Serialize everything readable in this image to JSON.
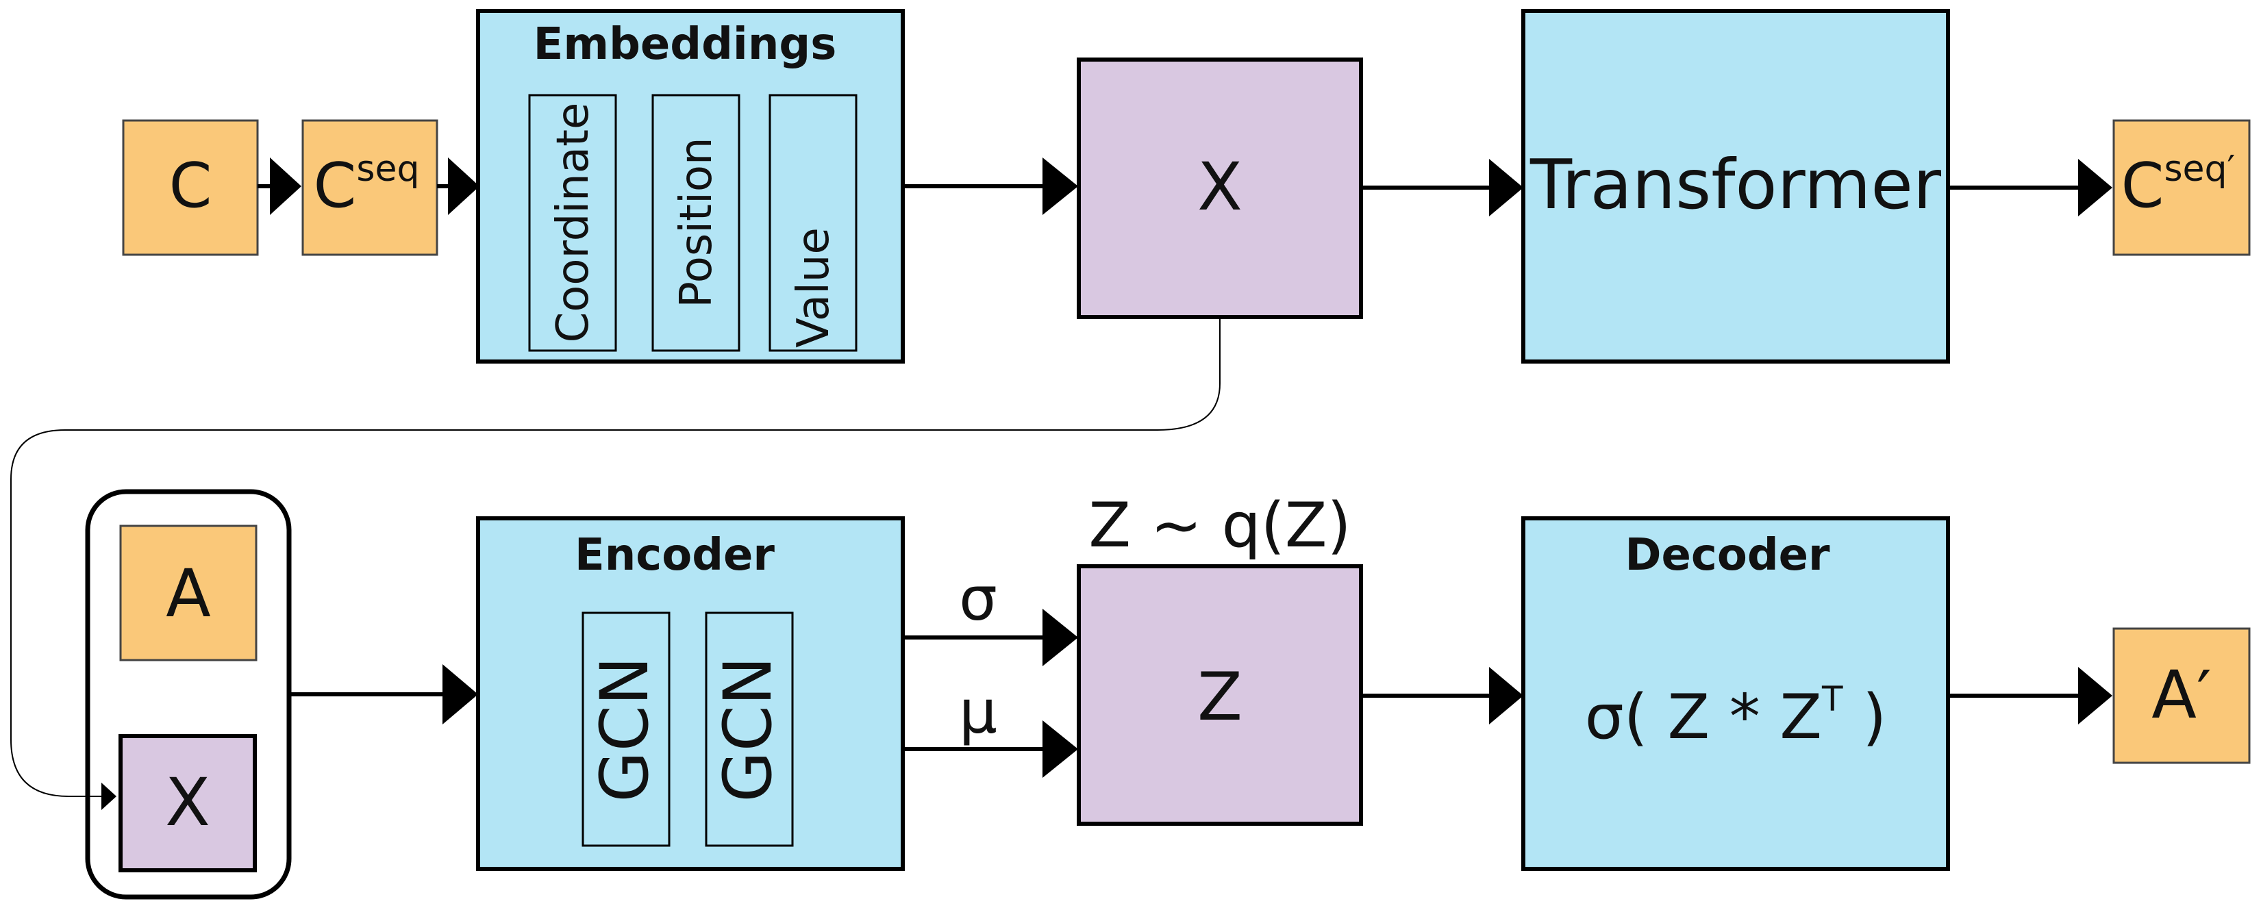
{
  "top_row": {
    "c_box": {
      "label": "C"
    },
    "cseq_box": {
      "base": "C",
      "sup": "seq"
    },
    "embeddings": {
      "title": "Embeddings",
      "items": [
        "Coordinate",
        "Position",
        "Value"
      ]
    },
    "x_box": {
      "label": "X"
    },
    "transformer": {
      "label": "Transformer"
    },
    "cseq_out": {
      "base": "C",
      "sup": "seq′"
    }
  },
  "bottom_row": {
    "a_box": {
      "label": "A"
    },
    "x_box": {
      "label": "X"
    },
    "encoder": {
      "title": "Encoder",
      "items": [
        "GCN",
        "GCN"
      ]
    },
    "sigma_label": "σ",
    "mu_label": "μ",
    "z_caption": "Z ~ q(Z)",
    "z_box": {
      "label": "Z"
    },
    "decoder": {
      "title": "Decoder",
      "formula_prefix": "σ( Z * Z",
      "formula_sup": "T",
      "formula_suffix": " )"
    },
    "a_out": {
      "label": "A′"
    }
  },
  "colors": {
    "module_blue": "#b3e5f5",
    "latent_purple": "#d9c8e1",
    "data_orange": "#fac879"
  }
}
